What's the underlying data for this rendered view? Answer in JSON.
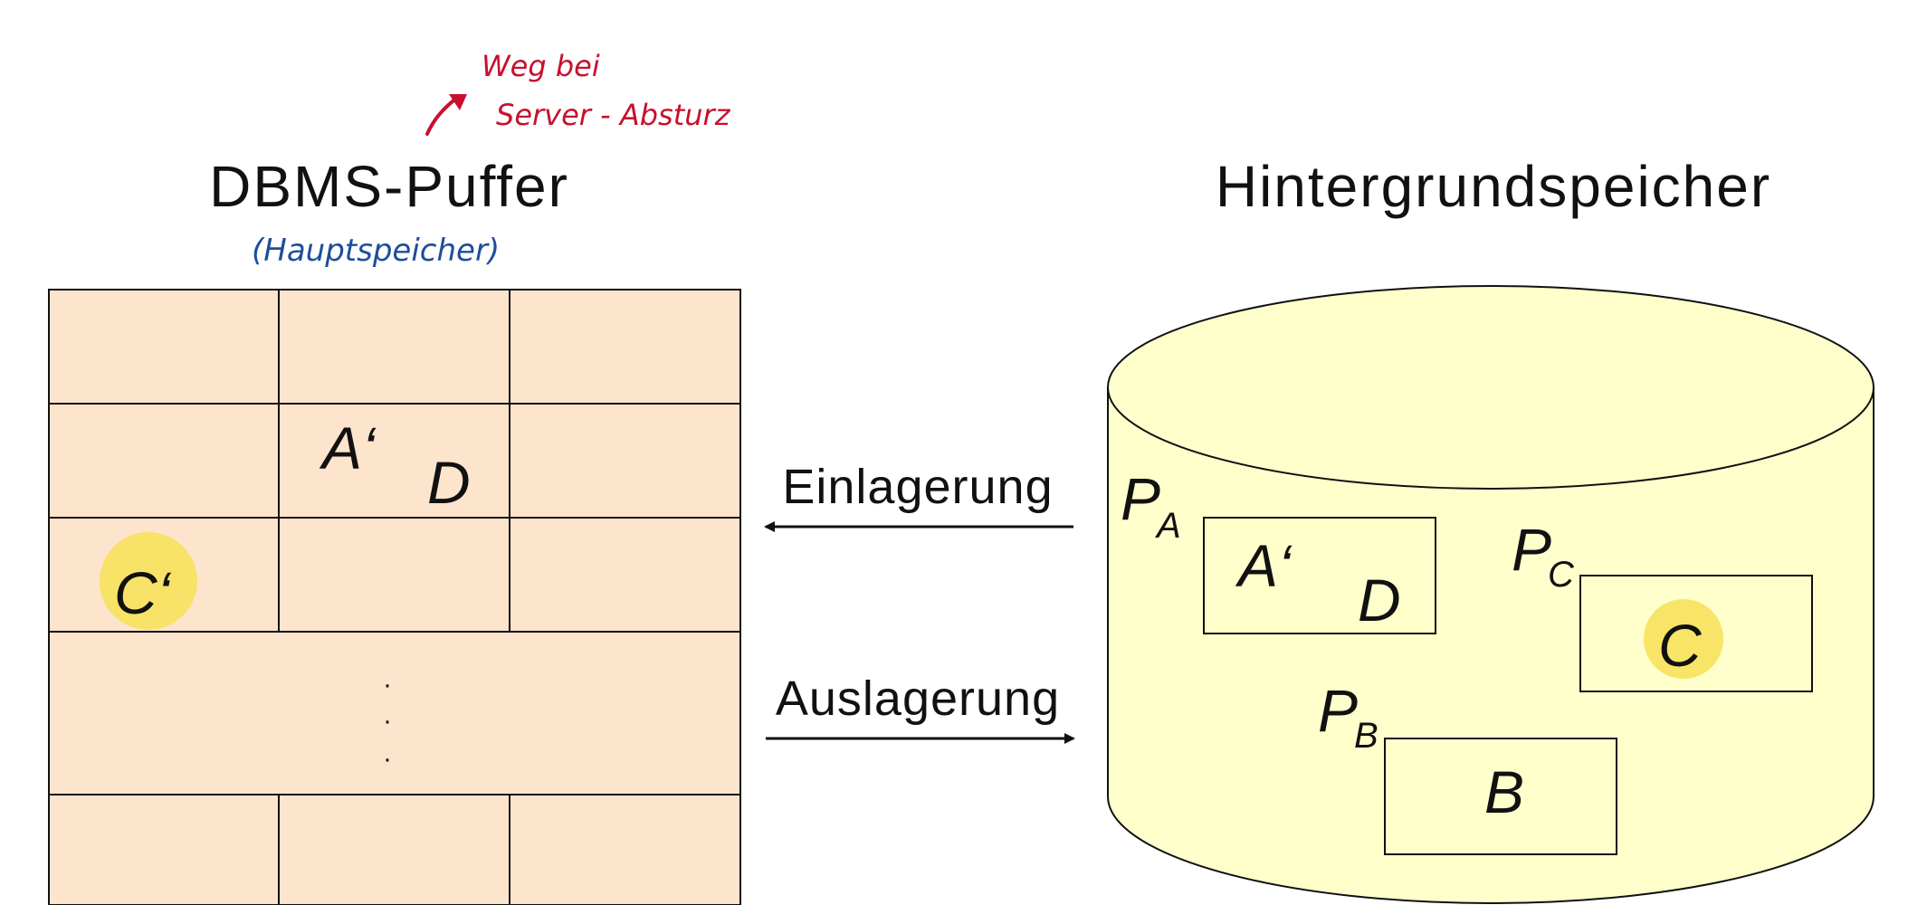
{
  "titles": {
    "buffer": "DBMS-Puffer",
    "storage": "Hintergrundspeicher"
  },
  "annotations": {
    "lost_line1": "Weg bei",
    "lost_line2": "Server - Absturz",
    "main_memory": "(Hauptspeicher)"
  },
  "arrows": {
    "load_label": "Einlagerung",
    "evict_label": "Auslagerung"
  },
  "buffer_cells": {
    "a_prime": "A‘",
    "d": "D",
    "c_prime": "C‘",
    "dots": [
      "·",
      "·",
      "·"
    ]
  },
  "pages": {
    "pa": {
      "main": "P",
      "sub": "A",
      "content1": "A‘",
      "content2": "D"
    },
    "pc": {
      "main": "P",
      "sub": "C",
      "content1": "C"
    },
    "pb": {
      "main": "P",
      "sub": "B",
      "content1": "B"
    }
  },
  "colors": {
    "buffer_fill": "#fde4cd",
    "storage_fill": "#ffffcc",
    "highlight": "#f7e15c",
    "annotation_red": "#c8102e",
    "annotation_blue": "#1d4e9a",
    "line": "#111111"
  }
}
